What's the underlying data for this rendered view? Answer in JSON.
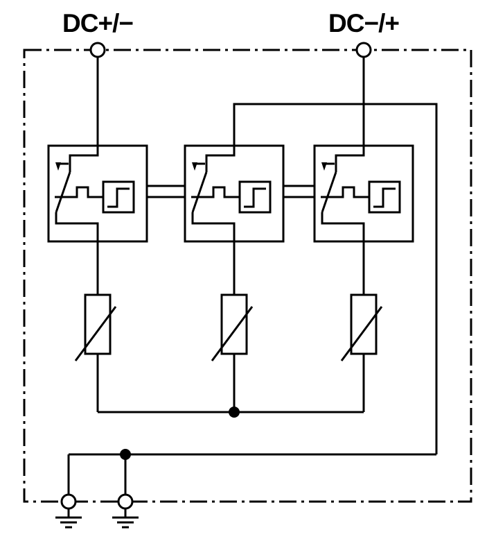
{
  "diagram": {
    "terminals": {
      "left": {
        "label": "DC+/−"
      },
      "right": {
        "label": "DC−/+"
      }
    },
    "modules": {
      "count": 3,
      "symbols": [
        "thermal-disconnector-icon",
        "trip-arrow-icon",
        "status-indicator-box",
        "step-waveform-icon",
        "varistor-icon"
      ]
    },
    "ground": {
      "terminal_count": 2,
      "symbol": "earth-ground-icon"
    },
    "junction_dots": 2,
    "colors": {
      "line": "#000000",
      "background": "#ffffff"
    }
  }
}
